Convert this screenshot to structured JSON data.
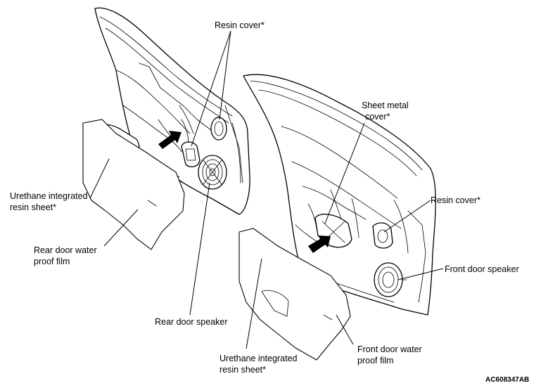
{
  "labels": {
    "resin_cover_top": "Resin cover*",
    "sheet_metal_cover_1": "Sheet metal",
    "sheet_metal_cover_2": "cover*",
    "urethane_rear_1": "Urethane integrated",
    "urethane_rear_2": "resin sheet*",
    "rear_film_1": "Rear door water",
    "rear_film_2": "proof film",
    "resin_cover_right": "Resin cover*",
    "front_speaker": "Front door speaker",
    "rear_speaker": "Rear door speaker",
    "urethane_front_1": "Urethane integrated",
    "urethane_front_2": "resin sheet*",
    "front_film_1": "Front door water",
    "front_film_2": "proof film"
  },
  "figure_code": "AC608347AB"
}
